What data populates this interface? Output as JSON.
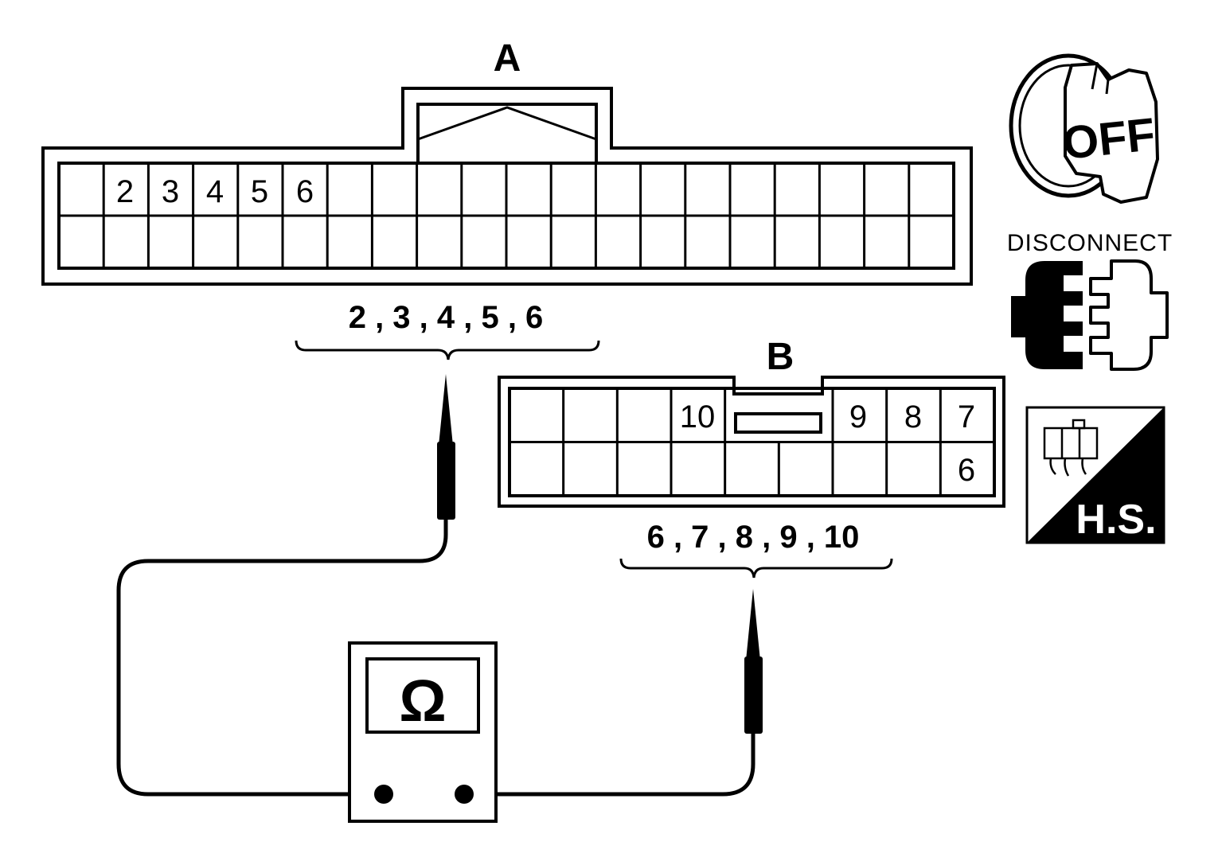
{
  "connector_a": {
    "label": "A",
    "pins": [
      "2",
      "3",
      "4",
      "5",
      "6"
    ],
    "probe_label": "2 , 3 , 4 , 5 , 6"
  },
  "connector_b": {
    "label": "B",
    "pins": [
      "10",
      "9",
      "8",
      "7",
      "6"
    ],
    "probe_label": "6 , 7 , 8 , 9 , 10"
  },
  "meter": {
    "symbol": "Ω"
  },
  "conditions": {
    "ignition_off_text": "OFF",
    "disconnect_text": "DISCONNECT",
    "harness_side_text": "H.S."
  },
  "colors": {
    "ink": "#000000",
    "paper": "#ffffff"
  }
}
